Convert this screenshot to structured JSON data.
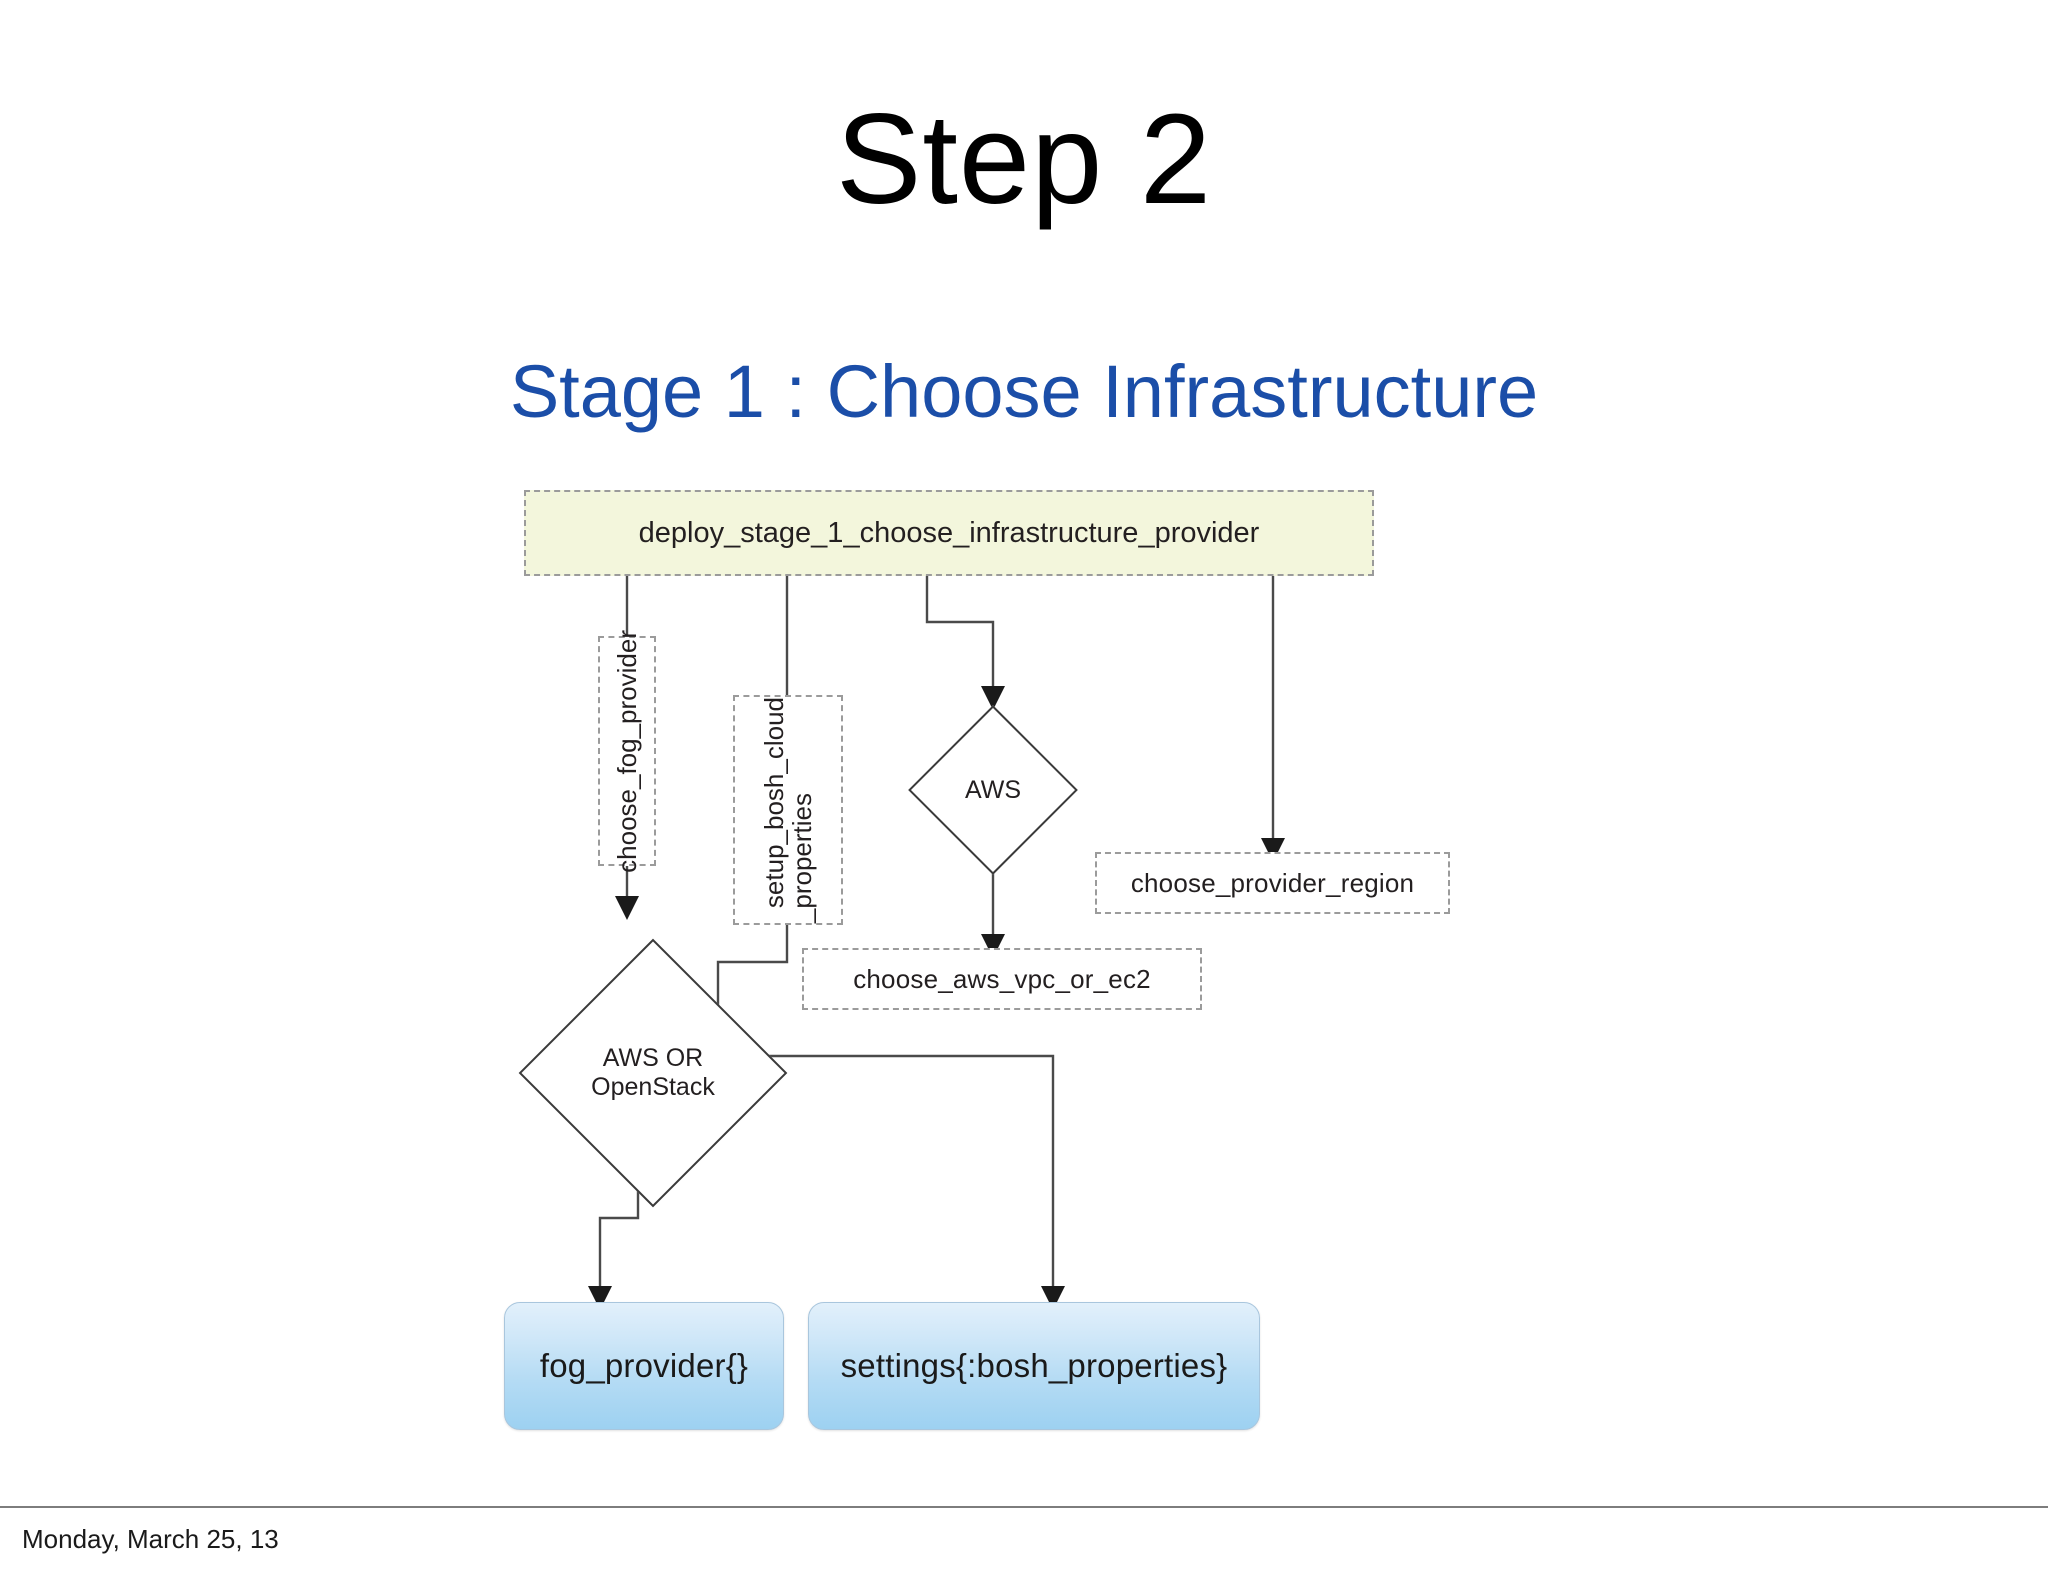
{
  "slide": {
    "title": "Step 2",
    "subtitle": "Stage 1 : Choose Infrastructure",
    "footer_date": "Monday, March 25, 13",
    "colors": {
      "title": "#000000",
      "subtitle": "#1b4ea8",
      "process_fill": "#f3f6dc",
      "dashed_border": "#9b9b9b",
      "decision_border": "#3a3a3a",
      "data_gradient_top": "#e2f0fb",
      "data_gradient_bottom": "#9dd1f1",
      "footer_rule": "#7d7d7d"
    }
  },
  "diagram": {
    "nodes": {
      "root": {
        "label": "deploy_stage_1_choose_infrastructure_provider",
        "shape": "process-dashed",
        "fill": "pale-yellow"
      },
      "choose_fog_provider": {
        "label": "choose_fog_provider",
        "shape": "process-dashed",
        "orientation": "vertical"
      },
      "setup_bosh_cloud_properties": {
        "label_line1": "setup_bosh_cloud",
        "label_line2": "_properties",
        "shape": "process-dashed",
        "orientation": "vertical"
      },
      "aws_decision": {
        "label": "AWS",
        "shape": "diamond"
      },
      "choose_provider_region": {
        "label": "choose_provider_region",
        "shape": "process-dashed"
      },
      "choose_aws_vpc_or_ec2": {
        "label": "choose_aws_vpc_or_ec2",
        "shape": "process-dashed"
      },
      "aws_or_openstack_decision": {
        "label": "AWS OR\nOpenStack",
        "shape": "diamond"
      },
      "fog_provider": {
        "label": "fog_provider{}",
        "shape": "data-rounded"
      },
      "settings_bosh_properties": {
        "label": "settings{:bosh_properties}",
        "shape": "data-rounded"
      }
    },
    "edges": [
      {
        "from": "root",
        "to": "choose_fog_provider"
      },
      {
        "from": "root",
        "to": "setup_bosh_cloud_properties"
      },
      {
        "from": "root",
        "to": "aws_decision"
      },
      {
        "from": "root",
        "to": "choose_provider_region"
      },
      {
        "from": "choose_fog_provider",
        "to": "aws_or_openstack_decision"
      },
      {
        "from": "setup_bosh_cloud_properties",
        "to": "aws_or_openstack_decision"
      },
      {
        "from": "aws_decision",
        "to": "choose_aws_vpc_or_ec2"
      },
      {
        "from": "aws_or_openstack_decision",
        "to": "fog_provider"
      },
      {
        "from": "aws_or_openstack_decision",
        "to": "settings_bosh_properties"
      }
    ]
  }
}
